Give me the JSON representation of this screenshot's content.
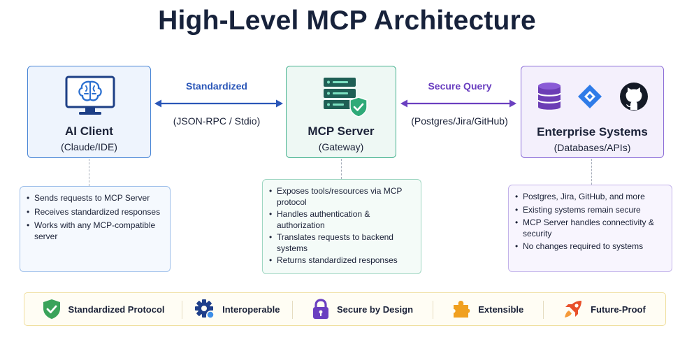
{
  "title": "High-Level MCP Architecture",
  "nodes": {
    "client": {
      "name": "AI Client",
      "sub": "(Claude/IDE)",
      "icon": "monitor-brain-icon"
    },
    "server": {
      "name": "MCP Server",
      "sub": "(Gateway)",
      "icon": "server-shield-icon"
    },
    "enterprise": {
      "name": "Enterprise Systems",
      "sub": "(Databases/APIs)",
      "icons": [
        "database-icon",
        "jira-icon",
        "github-icon"
      ]
    }
  },
  "connections": {
    "client_server": {
      "top": "Standardized",
      "bottom": "(JSON-RPC / Stdio)"
    },
    "server_enterprise": {
      "top": "Secure Query",
      "bottom": "(Postgres/Jira/GitHub)"
    }
  },
  "details": {
    "client": [
      "Sends requests to MCP Server",
      "Receives standardized responses",
      "Works with any MCP-compatible server"
    ],
    "server": [
      "Exposes tools/resources via MCP protocol",
      "Handles authentication & authorization",
      "Translates requests to backend systems",
      "Returns standardized responses"
    ],
    "enterprise": [
      "Postgres, Jira, GitHub, and more",
      "Existing systems remain secure",
      "MCP Server handles connectivity & security",
      "No changes required to systems"
    ]
  },
  "features": [
    {
      "label": "Standardized Protocol",
      "icon": "shield-check-icon"
    },
    {
      "label": "Interoperable",
      "icon": "gear-icon"
    },
    {
      "label": "Secure by Design",
      "icon": "lock-icon"
    },
    {
      "label": "Extensible",
      "icon": "puzzle-icon"
    },
    {
      "label": "Future-Proof",
      "icon": "rocket-icon"
    }
  ],
  "colors": {
    "client": "#4a86d6",
    "server": "#46b28f",
    "enterprise": "#8d6fd8",
    "arrow_client_server": "#2a56b8",
    "arrow_server_enterprise": "#6a3fc0",
    "title": "#17223b"
  }
}
